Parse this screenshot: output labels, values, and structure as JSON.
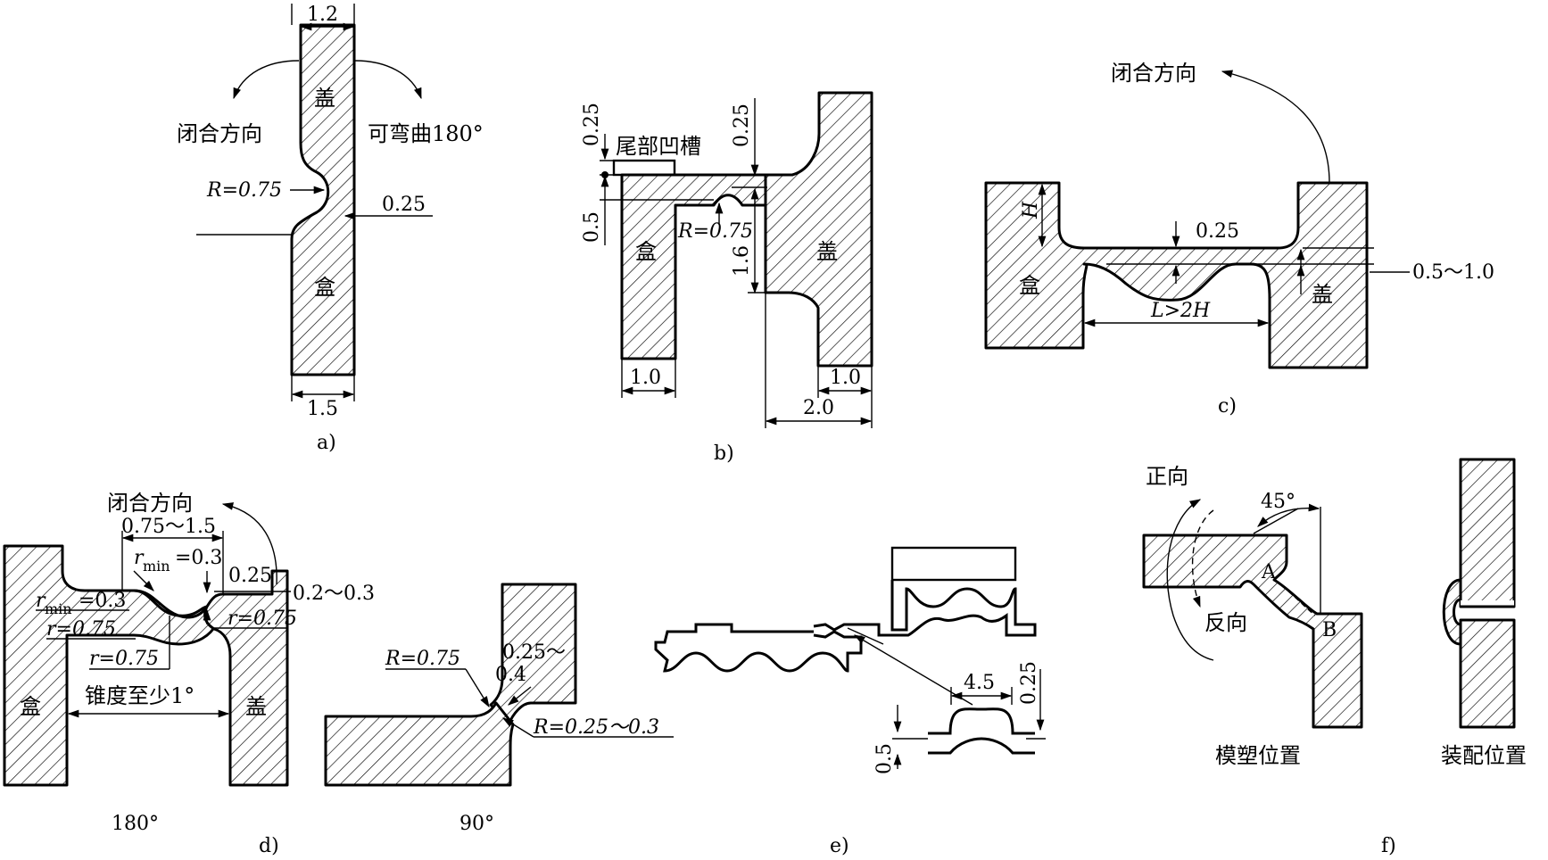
{
  "panel_a": {
    "caption": "a)",
    "lid": "盖",
    "box": "盒",
    "close_dir": "闭合方向",
    "bend": "可弯曲180°",
    "r": "R=0.75",
    "t": "0.25",
    "top_w": "1.2",
    "bot_w": "1.5"
  },
  "panel_b": {
    "caption": "b)",
    "groove": "尾部凹槽",
    "box": "盒",
    "lid": "盖",
    "d025a": "0.25",
    "d025b": "0.25",
    "d05": "0.5",
    "r": "R=0.75",
    "d16": "1.6",
    "w10a": "1.0",
    "w10b": "1.0",
    "w20": "2.0"
  },
  "panel_c": {
    "caption": "c)",
    "close_dir": "闭合方向",
    "h": "H",
    "t": "0.25",
    "range": "0.5～1.0",
    "box": "盒",
    "lid": "盖",
    "l": "L>2H"
  },
  "panel_d": {
    "caption": "d)",
    "close_dir": "闭合方向",
    "range_a": "0.75～1.5",
    "rmin_a": "r",
    "rmin_a_sub": "min",
    "rmin_a_val": "=0.3",
    "t": "0.25",
    "range_b": "0.2～0.3",
    "rmin_b": "r",
    "rmin_b_sub": "min",
    "rmin_b_val": "=0.3",
    "r1": "r=0.75",
    "r2": "r=0.75",
    "r3": "r=0.75",
    "taper": "锥度至少1°",
    "box": "盒",
    "lid": "盖",
    "angle180": "180°",
    "angle90": "90°",
    "r_big": "R=0.75",
    "r_range": "0.25～",
    "r_range2": "0.4",
    "r_small": "R=0.25～0.3"
  },
  "panel_e": {
    "caption": "e)",
    "w": "4.5",
    "t": "0.25",
    "h": "0.5"
  },
  "panel_f": {
    "caption": "f)",
    "forward": "正向",
    "reverse": "反向",
    "angle": "45°",
    "pa": "A",
    "pb": "B",
    "molded": "模塑位置",
    "assembled": "装配位置"
  }
}
